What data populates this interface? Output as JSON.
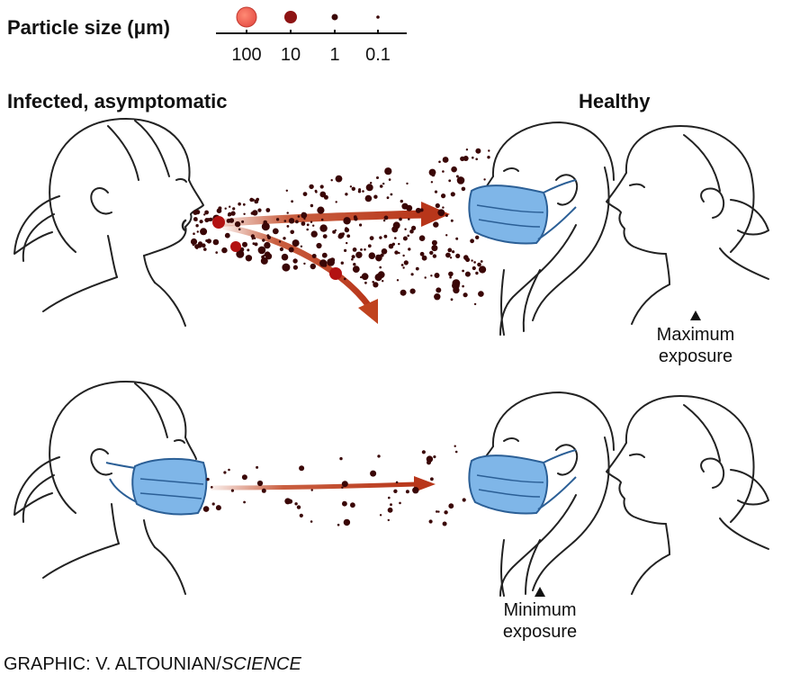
{
  "legend": {
    "title": "Particle size (μm)",
    "ticks": [
      {
        "label": "100",
        "color": "#e8544a"
      },
      {
        "label": "10",
        "color": "#8e1414"
      },
      {
        "label": "1",
        "color": "#3a0606"
      },
      {
        "label": "0.1",
        "color": "#3a0606"
      }
    ]
  },
  "labels": {
    "infected": "Infected, asymptomatic",
    "healthy": "Healthy",
    "max_line1": "Maximum",
    "max_line2": "exposure",
    "min_line1": "Minimum",
    "min_line2": "exposure"
  },
  "credit": {
    "prefix": "GRAPHIC: V. ALTOUNIAN/",
    "source": "SCIENCE"
  },
  "colors": {
    "mask": "#7fb6e8",
    "mask_edge": "#2b5f96",
    "arrow": "#c0431f",
    "droplet": "#3a0606",
    "large_droplet": "#b31212",
    "outline": "#222222"
  }
}
